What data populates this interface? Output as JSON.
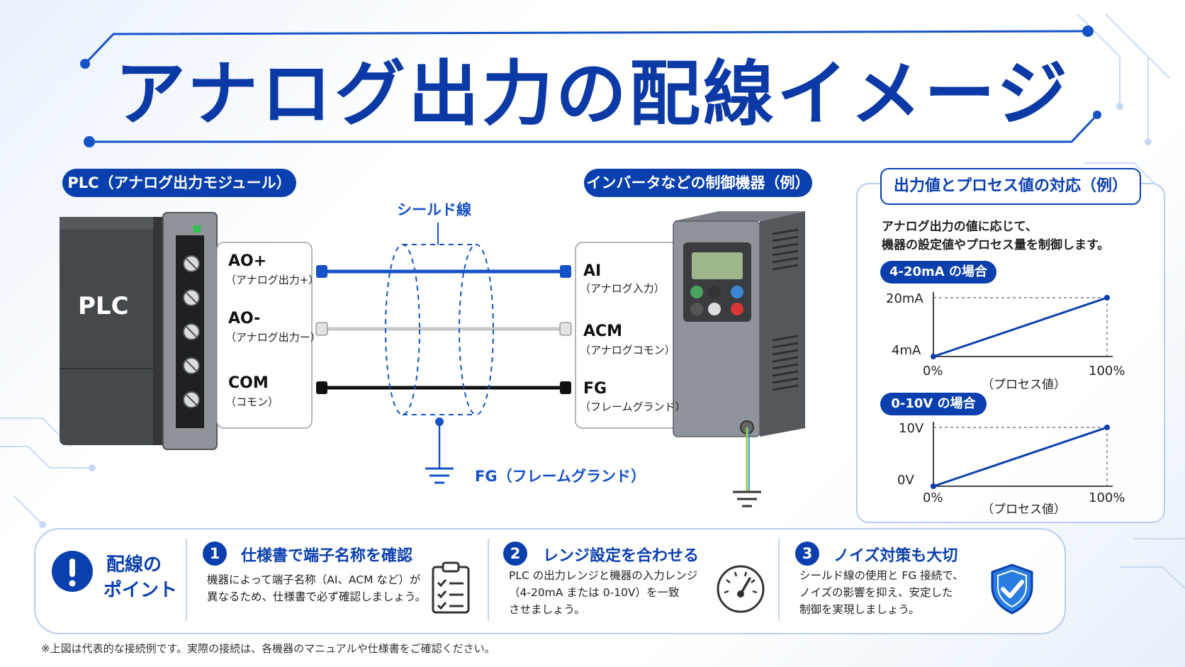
{
  "title": "アナログ出力の配線イメージ",
  "plc": {
    "header": "PLC（アナログ出力モジュール）",
    "label": "PLC",
    "terminals": [
      {
        "name": "AO+",
        "sub": "（アナログ出力+）"
      },
      {
        "name": "AO-",
        "sub": "（アナログ出力ー）"
      },
      {
        "name": "COM",
        "sub": "（コモン）"
      }
    ]
  },
  "device": {
    "header": "インバータなどの制御機器（例）",
    "terminals": [
      {
        "name": "AI",
        "sub": "（アナログ入力）"
      },
      {
        "name": "ACM",
        "sub": "（アナログコモン）"
      },
      {
        "name": "FG",
        "sub": "（フレームグランド）"
      }
    ]
  },
  "shield_label": "シールド線",
  "fg_label": "FG（フレームグランド）",
  "panel": {
    "title": "出力値とプロセス値の対応（例）",
    "desc": [
      "アナログ出力の値に応じて、",
      "機器の設定値やプロセス量を制御します。"
    ],
    "charts": [
      {
        "badge": "4-20mA の場合",
        "y_top": "20mA",
        "y_bottom": "4mA",
        "x_left": "0%",
        "x_right": "100%",
        "x_label": "（プロセス値）"
      },
      {
        "badge": "0-10V の場合",
        "y_top": "10V",
        "y_bottom": "0V",
        "x_left": "0%",
        "x_right": "100%",
        "x_label": "（プロセス値）"
      }
    ]
  },
  "chart_data": [
    {
      "type": "line",
      "title": "4-20mA の場合",
      "xlabel": "（プロセス値）",
      "ylabel": "",
      "x_ticks": [
        "0%",
        "100%"
      ],
      "y_ticks": [
        "4mA",
        "20mA"
      ],
      "x": [
        0,
        100
      ],
      "values": [
        4,
        20
      ],
      "xlim": [
        0,
        100
      ],
      "ylim": [
        4,
        20
      ]
    },
    {
      "type": "line",
      "title": "0-10V の場合",
      "xlabel": "（プロセス値）",
      "ylabel": "",
      "x_ticks": [
        "0%",
        "100%"
      ],
      "y_ticks": [
        "0V",
        "10V"
      ],
      "x": [
        0,
        100
      ],
      "values": [
        0,
        10
      ],
      "xlim": [
        0,
        100
      ],
      "ylim": [
        0,
        10
      ]
    }
  ],
  "points": {
    "heading": [
      "配線の",
      "ポイント"
    ],
    "items": [
      {
        "num": "1",
        "title": "仕様書で端子名称を確認",
        "lines": [
          "機器によって端子名称（AI、ACM など）が",
          "異なるため、仕様書で必ず確認しましょう。"
        ],
        "icon": "clipboard-icon"
      },
      {
        "num": "2",
        "title": "レンジ設定を合わせる",
        "lines": [
          "PLC の出力レンジと機器の入力レンジ",
          "（4-20mA または 0-10V）を一致",
          "させましょう。"
        ],
        "icon": "gauge-icon"
      },
      {
        "num": "3",
        "title": "ノイズ対策も大切",
        "lines": [
          "シールド線の使用と FG 接続で、",
          "ノイズの影響を抑え、安定した",
          "制御を実現しましょう。"
        ],
        "icon": "shield-check-icon"
      }
    ]
  },
  "footnote": "※上図は代表的な接続例です。実際の接続は、各機器のマニュアルや仕様書をご確認ください。",
  "colors": {
    "accent": "#0a3fae",
    "wire_signal": "#1652c7",
    "wire_common": "#c8c8c8",
    "wire_fg": "#111111",
    "plc_body": "#45484d"
  }
}
